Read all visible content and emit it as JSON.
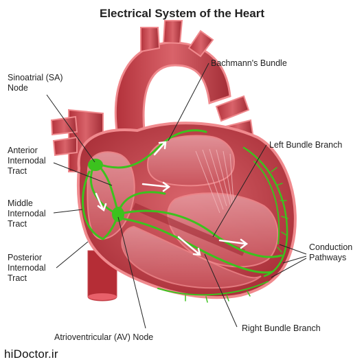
{
  "title": "Electrical System of the Heart",
  "labels": {
    "sa_node": "Sinoatrial (SA)\nNode",
    "anterior_tract": "Anterior\nInternodal\nTract",
    "middle_tract": "Middle\nInternodal\nTract",
    "posterior_tract": "Posterior\nInternodal\nTract",
    "av_node": "Atrioventricular (AV) Node",
    "bachmanns_bundle": "Bachmann's Bundle",
    "left_bundle_branch": "Left Bundle Branch",
    "conduction_pathways": "Conduction\nPathways",
    "right_bundle_branch": "Right Bundle Branch"
  },
  "watermark": "hiDoctor.ir",
  "colors": {
    "tissue": "#c7444d",
    "tissue_dark": "#9e2a33",
    "outline": "#f08a8e",
    "conduction": "#3cc21e",
    "leader": "#222222"
  }
}
